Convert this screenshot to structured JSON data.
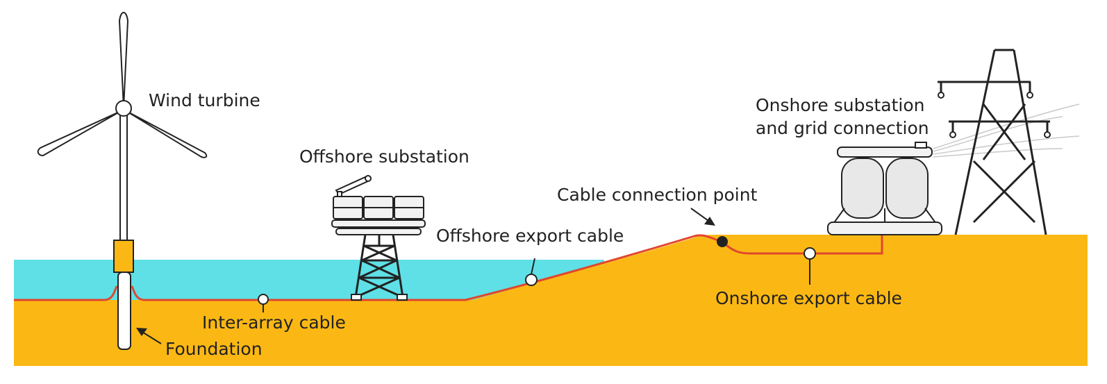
{
  "labels": {
    "wind_turbine": "Wind turbine",
    "offshore_substation": "Offshore substation",
    "cable_connection_point": "Cable connection point",
    "offshore_export_cable": "Offshore export cable",
    "onshore_substation_line1": "Onshore substation",
    "onshore_substation_line2": "and grid connection",
    "onshore_export_cable": "Onshore export cable",
    "inter_array_cable": "Inter-array cable",
    "foundation": "Foundation"
  },
  "colors": {
    "sea": "#5ee0e6",
    "ground": "#fbb814",
    "cable": "#e0462e",
    "outline": "#222222",
    "nacelle_yellow": "#fbb814",
    "transformer_fill": "#e8e8e8",
    "platform_fill": "#f2f2f2"
  }
}
